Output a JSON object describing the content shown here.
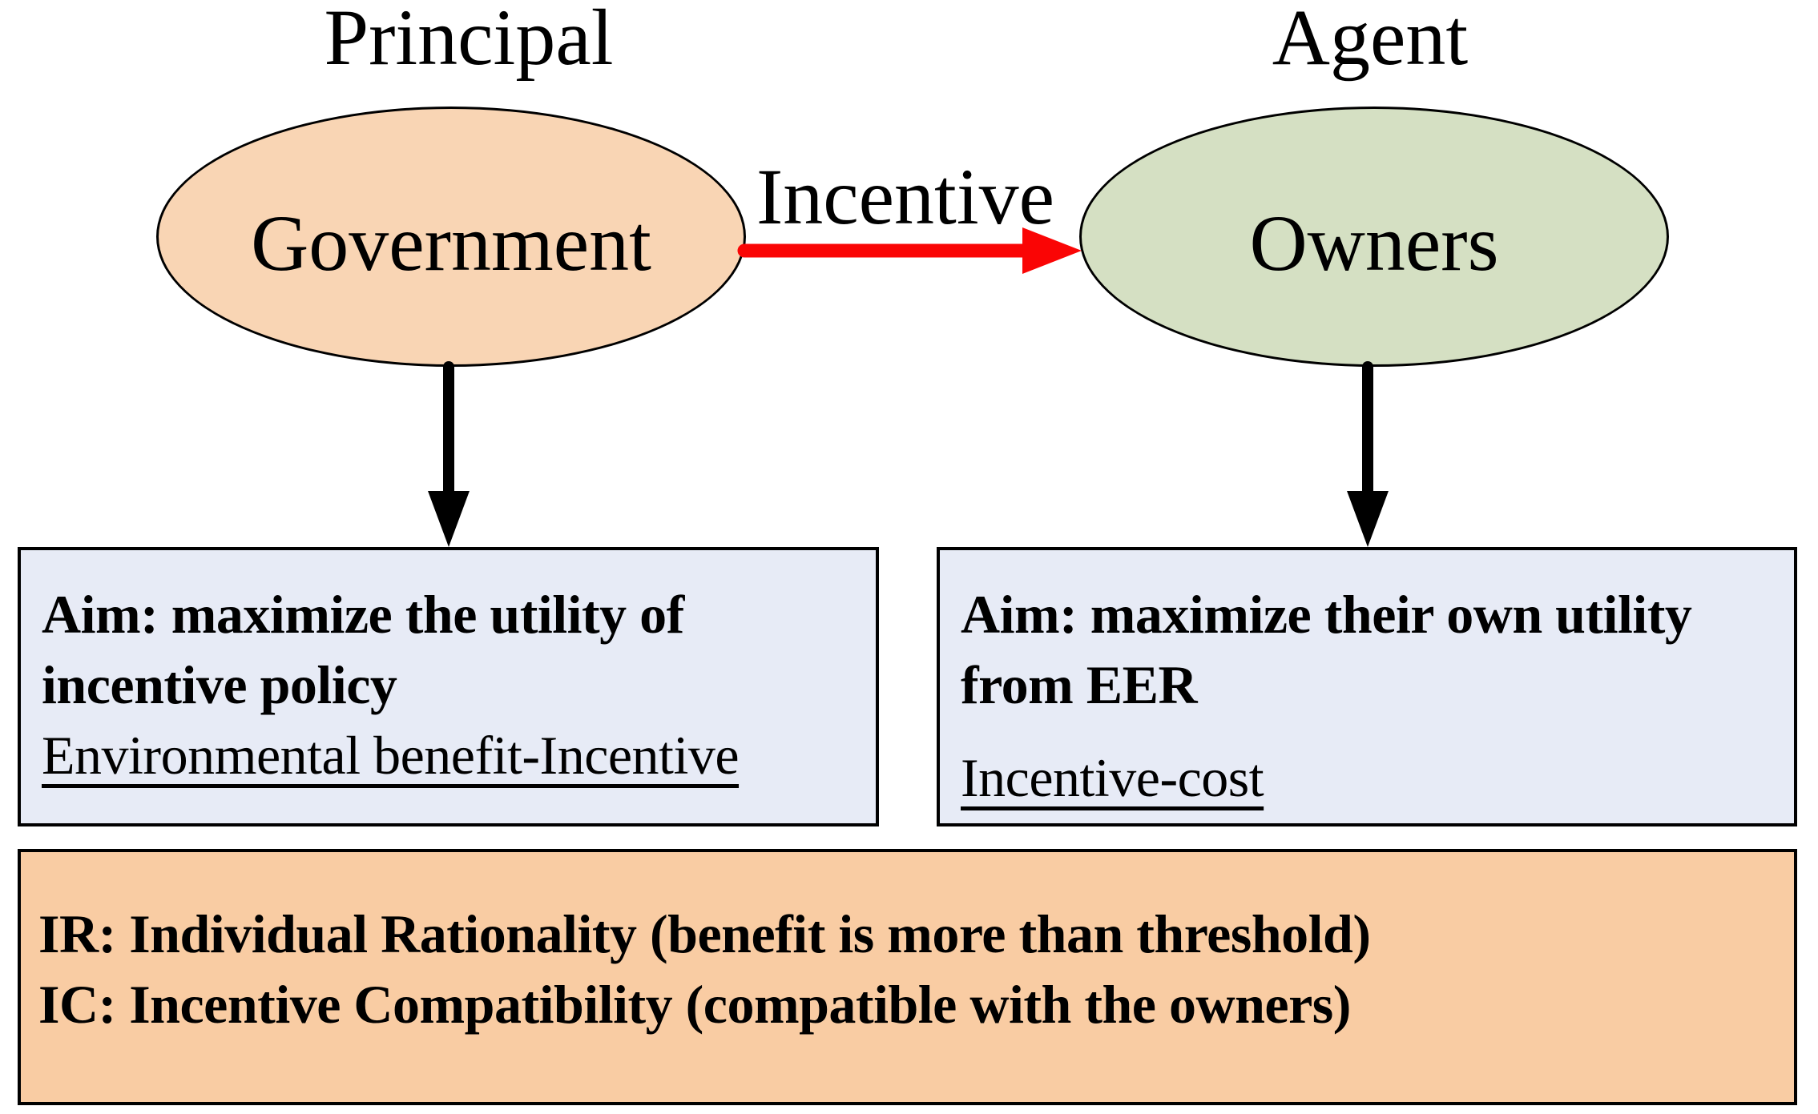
{
  "diagram": {
    "principal": {
      "role_label": "Principal",
      "entity": "Government",
      "aim_line1": "Aim: maximize the utility of",
      "aim_line2": "incentive policy",
      "formula": "Environmental benefit-Incentive"
    },
    "agent": {
      "role_label": "Agent",
      "entity": "Owners",
      "aim_line1": "Aim: maximize their own utility",
      "aim_line2": "from EER",
      "formula": "Incentive-cost"
    },
    "incentive_arrow_label": "Incentive",
    "constraints": {
      "line1": "IR: Individual Rationality (benefit is more than threshold)",
      "line2": "IC: Incentive Compatibility (compatible with the owners)"
    }
  },
  "colors": {
    "principal_ellipse": "#F9D5B4",
    "agent_ellipse": "#D5E0C3",
    "aim_box_bg": "#E7EBF6",
    "constraints_box_bg": "#F9CCA3",
    "incentive_arrow": "#FA0505",
    "flow_arrow": "#000000"
  }
}
